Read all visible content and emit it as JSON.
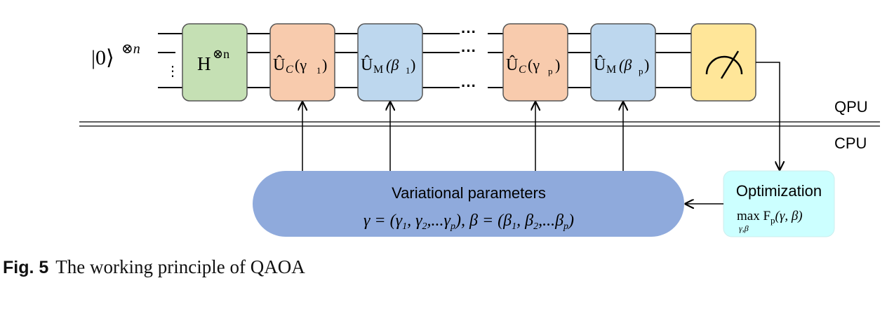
{
  "input_state": {
    "ket": "|0⟩",
    "exponent": "⊗n"
  },
  "gates": [
    {
      "op": "H",
      "sup": "⊗n",
      "sub": "",
      "arg": "",
      "color": "#c5e0b4"
    },
    {
      "op": "Û",
      "sub": "C",
      "arg": "(γ",
      "argsub": "1",
      "close": ")",
      "color": "#f8cbad"
    },
    {
      "op": "Û",
      "sub": "M",
      "arg": "(β",
      "argsub": "1",
      "close": ")",
      "color": "#bdd7ee"
    },
    {
      "op": "Û",
      "sub": "C",
      "arg": "(γ",
      "argsub": "p",
      "close": ")",
      "color": "#f8cbad"
    },
    {
      "op": "Û",
      "sub": "M",
      "arg": "(β",
      "argsub": "p",
      "close": ")",
      "color": "#bdd7ee"
    }
  ],
  "measurement": {
    "icon": "meter-icon",
    "color": "#ffe699"
  },
  "wire_ellipsis": "···",
  "vertical_ellipsis": "⋮",
  "labels": {
    "qpu": "QPU",
    "cpu": "CPU"
  },
  "variational": {
    "title": "Variational parameters",
    "formula": "γ = (γ1, γ2,...γp), β = (β1, β2,...βp)",
    "color": "#8faadc"
  },
  "optimization": {
    "title": "Optimization",
    "formula": "max F_p(γ, β) over γ,β",
    "color": "#ccffff"
  },
  "caption": {
    "label": "Fig. 5",
    "text": "The working principle of QAOA"
  }
}
